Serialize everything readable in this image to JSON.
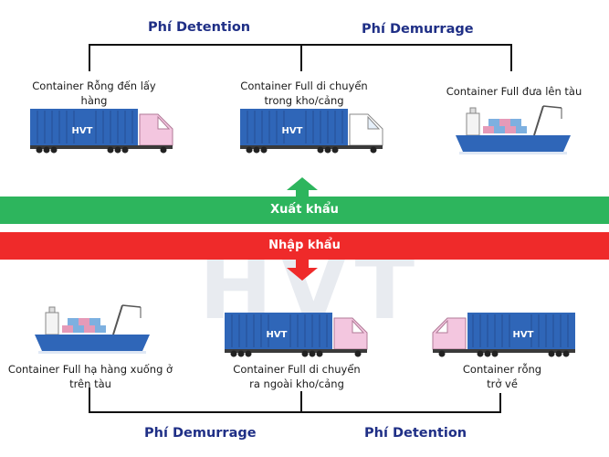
{
  "top": {
    "fee_left": "Phí Detention",
    "fee_right": "Phí Demurrage",
    "steps": [
      {
        "caption": "Container Rỗng đến lấy hàng",
        "icon": "truck-icon"
      },
      {
        "caption": "Container Full di chuyển trong kho/cảng",
        "icon": "truck-icon"
      },
      {
        "caption": "Container Full đưa lên tàu",
        "icon": "ship-icon"
      }
    ]
  },
  "export_label": "Xuất khẩu",
  "import_label": "Nhập khẩu",
  "bottom": {
    "fee_left": "Phí Demurrage",
    "fee_right": "Phí Detention",
    "steps": [
      {
        "caption": "Container Full hạ hàng xuống ở trên tàu",
        "icon": "ship-icon"
      },
      {
        "caption": "Container Full di chuyển ra ngoài kho/cảng",
        "icon": "truck-icon"
      },
      {
        "caption": "Container rỗng trở về",
        "icon": "truck-icon"
      }
    ]
  },
  "container_logo": "HVT",
  "watermark": "HVT",
  "colors": {
    "heading": "#1f2f86",
    "export_band": "#2db55d",
    "import_band": "#ef2a2a",
    "container": "#2f66b8",
    "truck_cab": "#f3c6df"
  }
}
